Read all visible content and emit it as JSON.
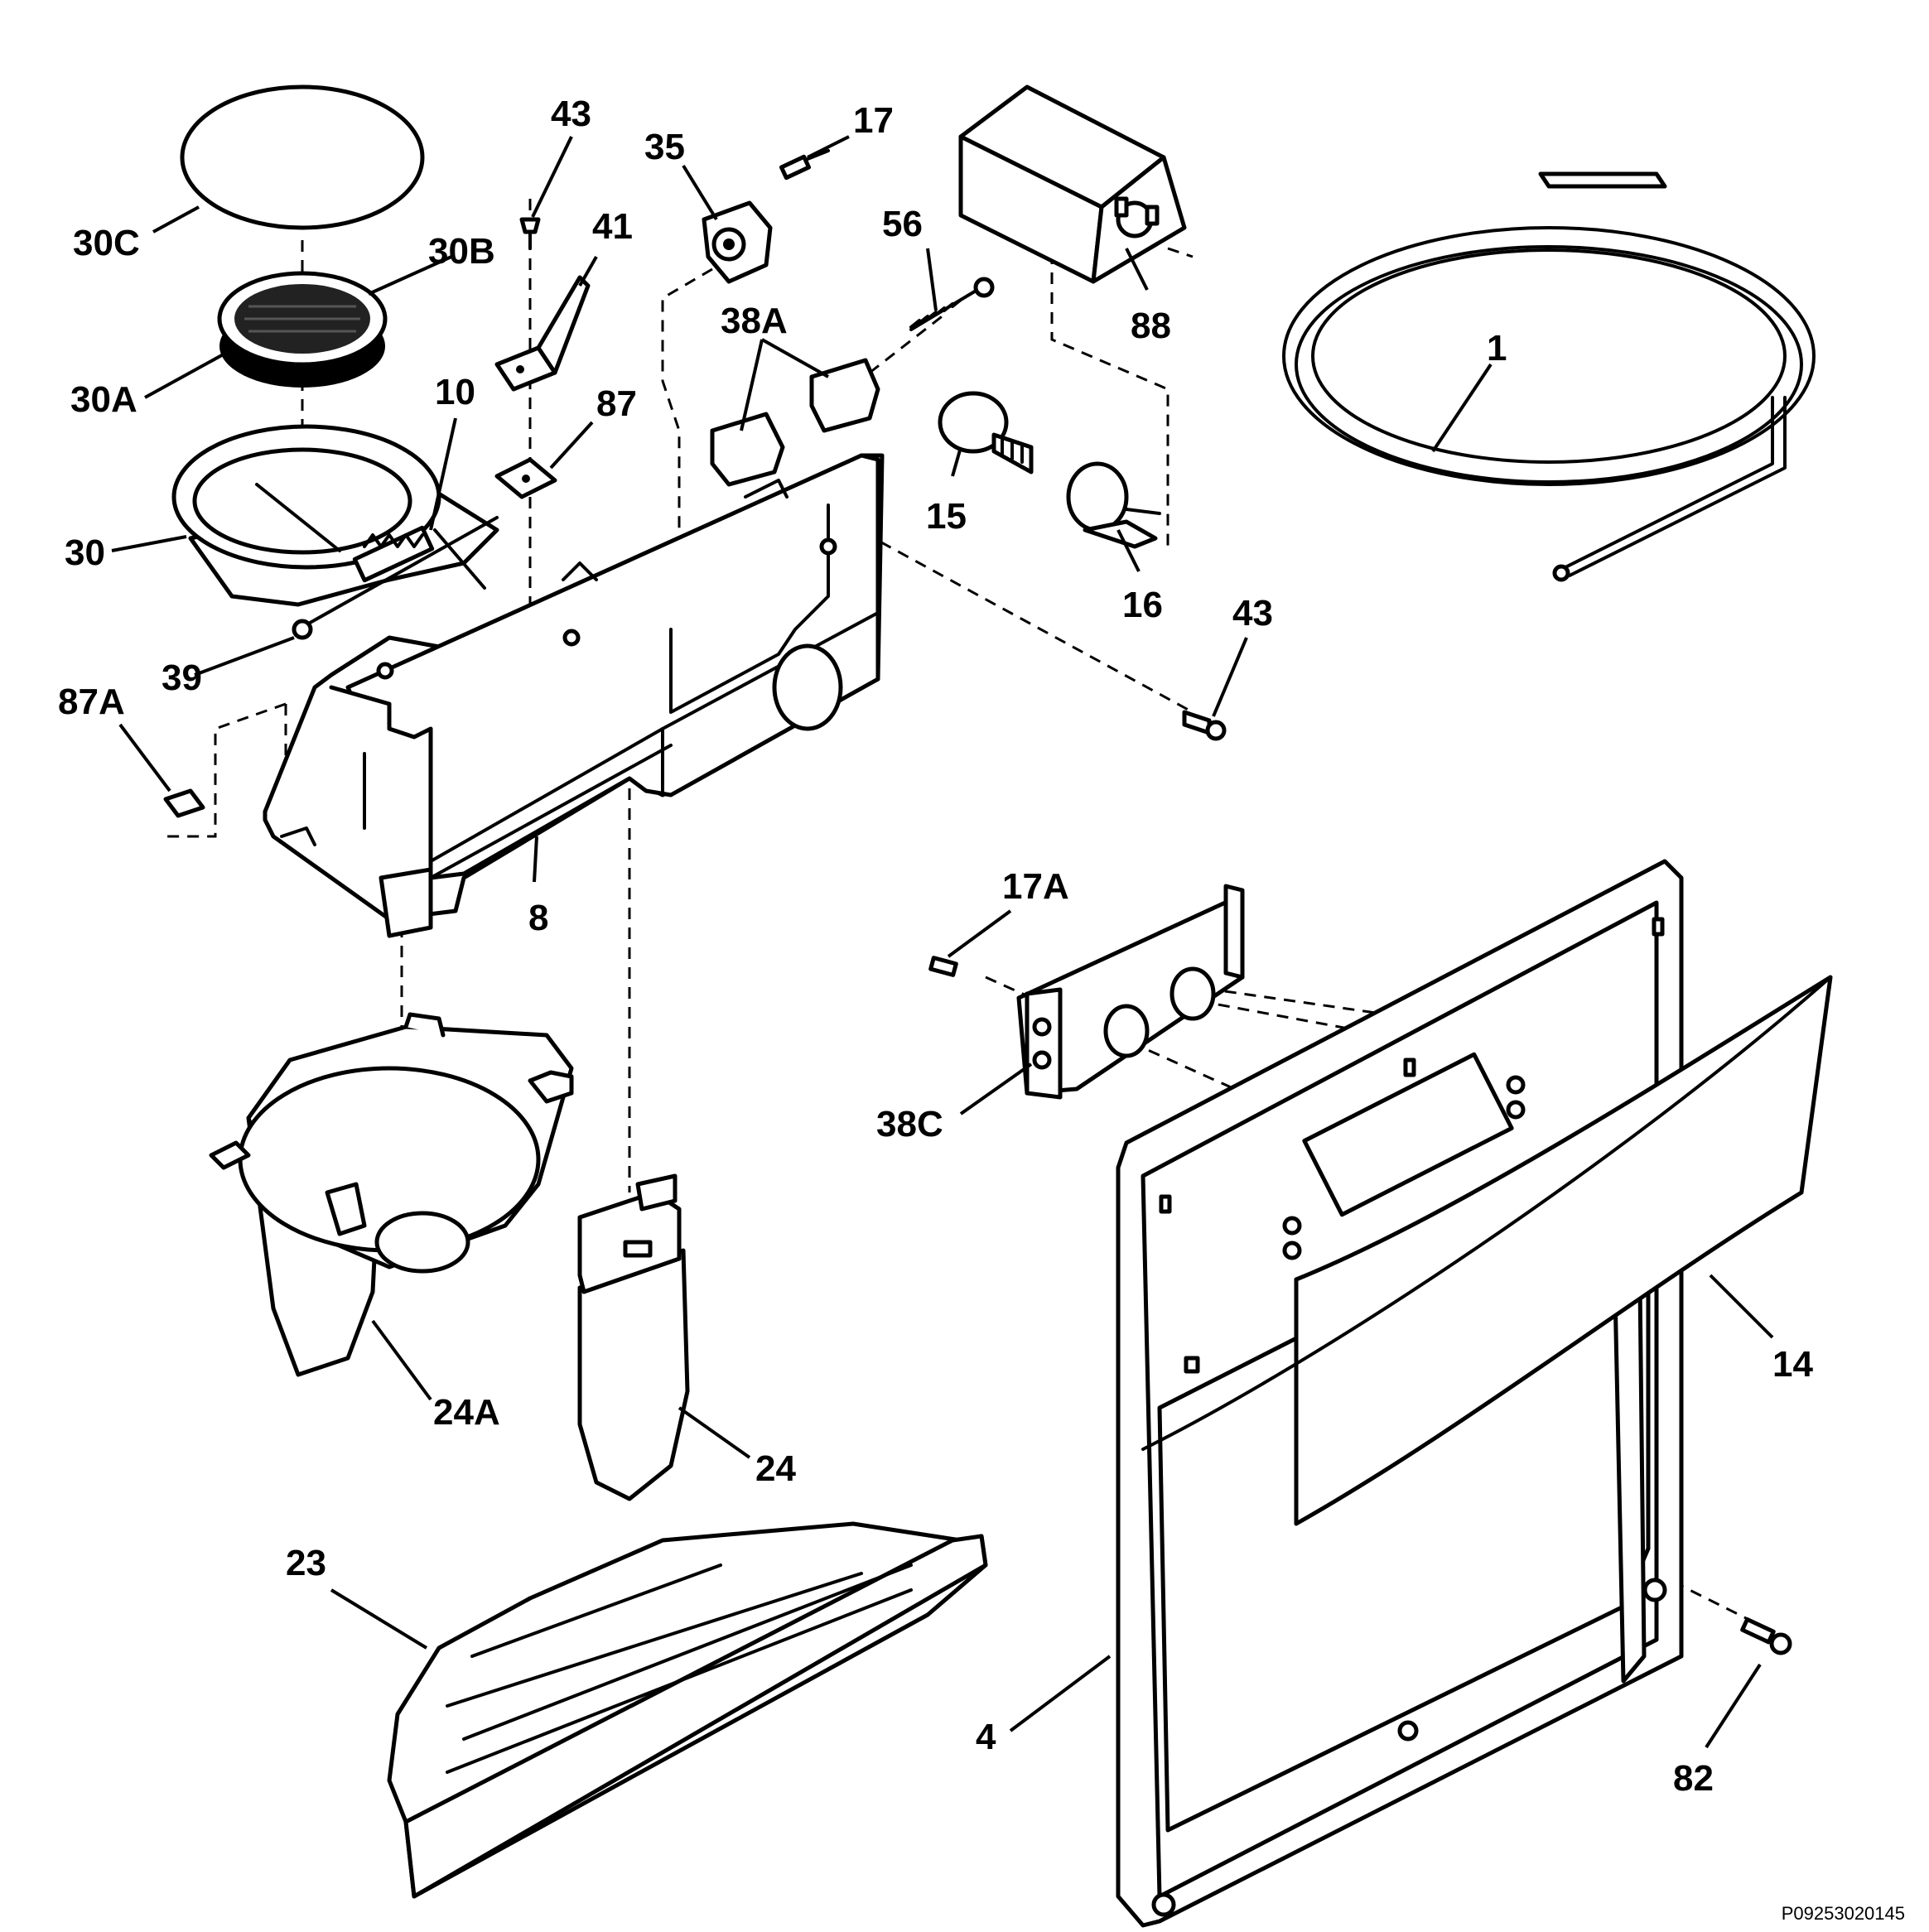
{
  "diagram_code": "P09253020145",
  "labels": {
    "p30C": "30C",
    "p30B": "30B",
    "p30A": "30A",
    "p30": "30",
    "p10": "10",
    "p39": "39",
    "p87A": "87A",
    "p43a": "43",
    "p41": "41",
    "p87": "87",
    "p35": "35",
    "p17": "17",
    "p56": "56",
    "p38A": "38A",
    "p88": "88",
    "p15": "15",
    "p16": "16",
    "p1": "1",
    "p43b": "43",
    "p8": "8",
    "p17A": "17A",
    "p38C": "38C",
    "p24A": "24A",
    "p24": "24",
    "p23": "23",
    "p14": "14",
    "p4": "4",
    "p82": "82"
  }
}
